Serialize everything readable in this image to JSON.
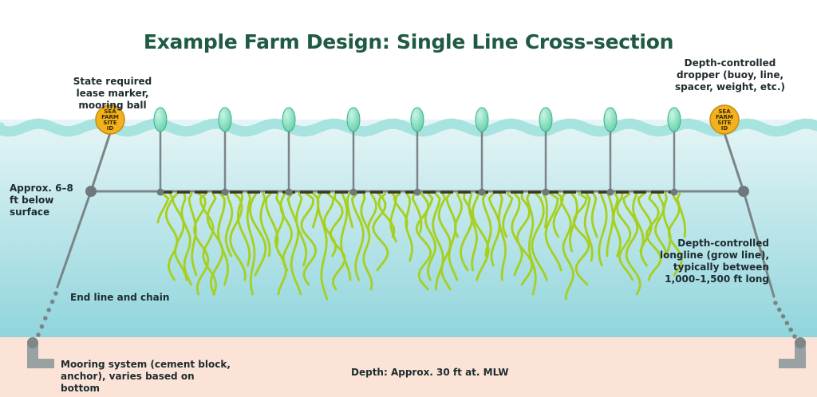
{
  "title": "Example Farm Design: Single Line Cross-section",
  "labels": {
    "lease_marker": "State required lease marker, mooring ball",
    "dropper": "Depth-controlled dropper (buoy, line, spacer, weight, etc.)",
    "depth_below_surface": "Approx. 6–8 ft below surface",
    "longline": "Depth-controlled longline (grow line), typically between 1,000–1,500 ft long",
    "end_line": "End line and chain",
    "mooring_system": "Mooring system (cement block, anchor), varies based on bottom",
    "total_depth": "Depth: Approx. 30 ft at. MLW"
  },
  "marker_ball": {
    "line1": "SEA",
    "line2": "FARM",
    "line3": "SITE",
    "line4": "ID"
  },
  "dropper_count": 9,
  "colors": {
    "title": "#1f5a43",
    "water_top": "#e6f5f6",
    "water_bottom": "#8fd5dc",
    "wave": "#a7e3df",
    "seabed": "#fbe3d8",
    "line": "#7b8588",
    "buoy": "#5fcfa8",
    "marker_ball": "#f2b21d",
    "kelp": "#a7cf1f",
    "block": "#9aa1a3"
  }
}
